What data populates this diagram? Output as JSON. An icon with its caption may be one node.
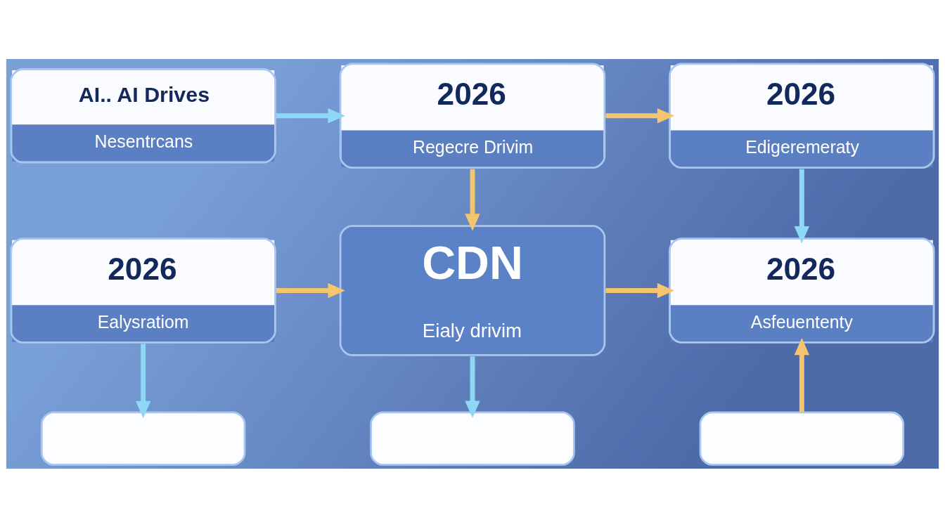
{
  "diagram": {
    "nodes": [
      {
        "text": [
          "AI.. AI Drives",
          "Nesentrcans"
        ]
      },
      {
        "text": [
          "2026",
          "Regecre Drivim"
        ]
      },
      {
        "text": [
          "2026",
          "Edigeremeraty"
        ]
      },
      {
        "text": [
          "2026",
          "Ealysratiom"
        ]
      },
      {
        "text": [
          "CDN",
          "Eialy drivim"
        ]
      },
      {
        "text": [
          "2026",
          "Asfeuententy"
        ]
      },
      {
        "text": [],
        "shape": "box"
      },
      {
        "text": [],
        "shape": "box"
      },
      {
        "text": [],
        "shape": "box"
      }
    ],
    "edges": [
      {
        "from": 0,
        "to": 1,
        "arrow": "to",
        "color": "#8fd8f5"
      },
      {
        "from": 1,
        "to": 2,
        "arrow": "to"
      },
      {
        "from": 1,
        "to": 4,
        "arrow": "to"
      },
      {
        "from": 2,
        "to": 5,
        "arrow": "to",
        "color": "#8fd8f5"
      },
      {
        "from": 3,
        "to": 4,
        "arrow": "to"
      },
      {
        "from": 4,
        "to": 5,
        "arrow": "to"
      },
      {
        "from": 3,
        "to": 6,
        "arrow": "to",
        "color": "#8fd8f5"
      },
      {
        "from": 4,
        "to": 7,
        "arrow": "to",
        "color": "#8fd8f5"
      },
      {
        "from": 8,
        "to": 5,
        "arrow": "to"
      }
    ]
  }
}
